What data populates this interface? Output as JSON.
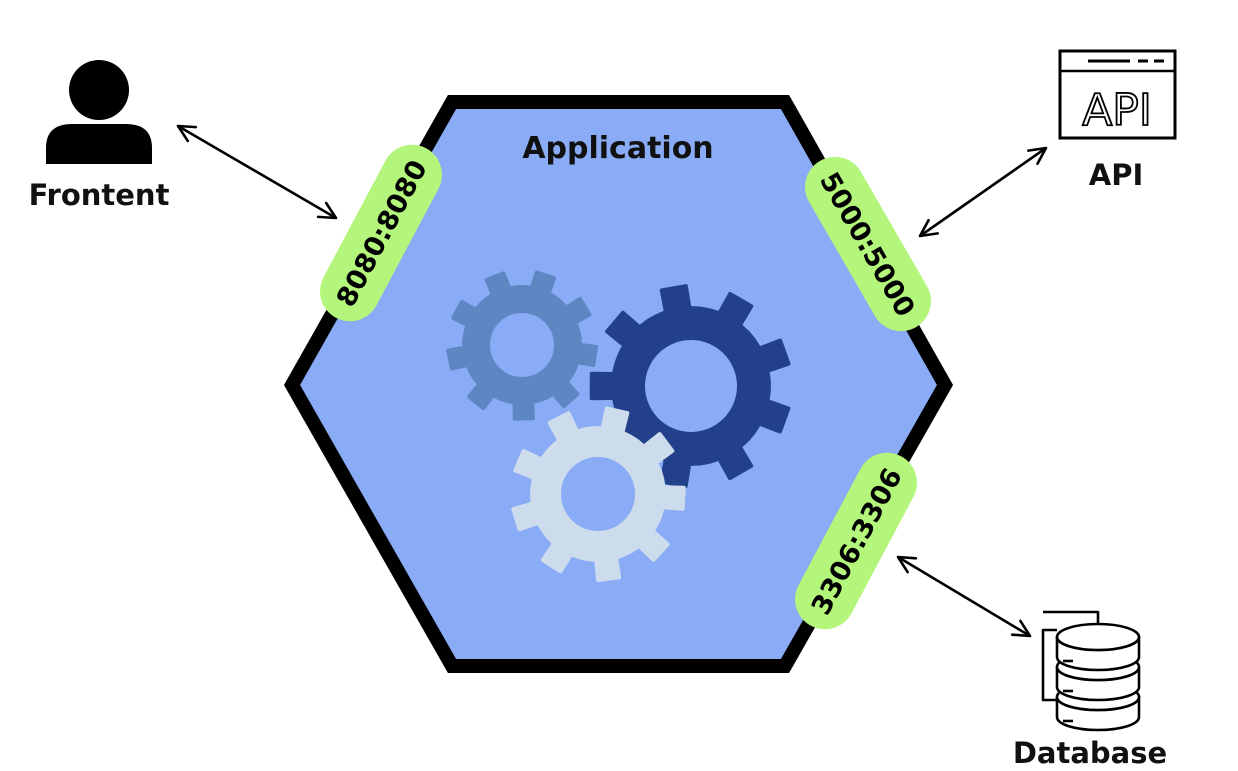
{
  "diagram": {
    "center": {
      "label": "Application"
    },
    "nodes": {
      "frontend": {
        "label": "Frontent",
        "icon": "user-icon"
      },
      "api": {
        "label": "API",
        "icon": "api-window-icon",
        "icon_text": "API"
      },
      "database": {
        "label": "Database",
        "icon": "database-icon"
      }
    },
    "ports": {
      "frontend": "8080:8080",
      "api": "5000:5000",
      "database": "3306:3306"
    },
    "edges": [
      {
        "from": "frontend",
        "to": "application",
        "via": "8080:8080",
        "direction": "bidirectional"
      },
      {
        "from": "application",
        "to": "api",
        "via": "5000:5000",
        "direction": "bidirectional"
      },
      {
        "from": "application",
        "to": "database",
        "via": "3306:3306",
        "direction": "bidirectional"
      }
    ],
    "colors": {
      "hexagon_fill": "#8aabf5",
      "hexagon_stroke": "#000000",
      "port_fill": "#b4f57b",
      "gear_mid": "#5d87c2",
      "gear_dark": "#22418a",
      "gear_light": "#cddcec"
    }
  }
}
